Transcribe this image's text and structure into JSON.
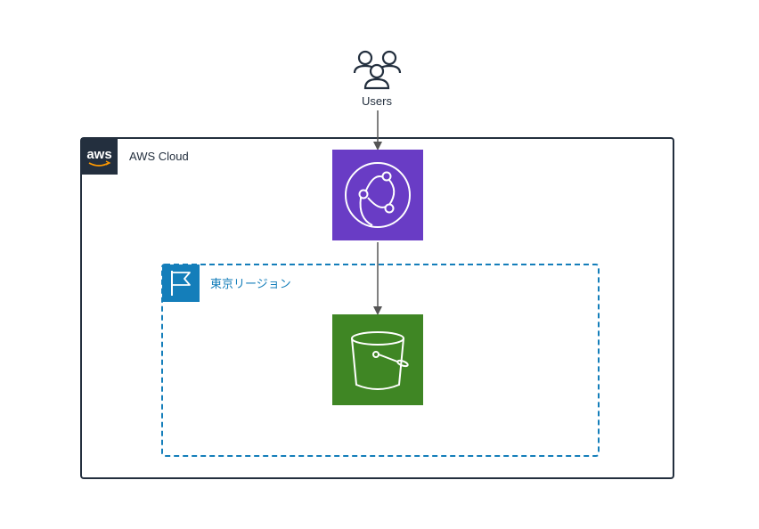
{
  "users": {
    "label": "Users",
    "icon": "users-icon"
  },
  "aws_cloud": {
    "label": "AWS Cloud",
    "logo_text": "aws",
    "border_color": "#232f3e"
  },
  "region": {
    "label": "東京リージョン",
    "icon": "flag-icon",
    "color": "#147eba"
  },
  "cloudfront": {
    "icon": "cloudfront-icon",
    "color": "#693cc5"
  },
  "s3": {
    "icon": "s3-bucket-icon",
    "color": "#3f8624"
  },
  "arrow_color": "#555555"
}
